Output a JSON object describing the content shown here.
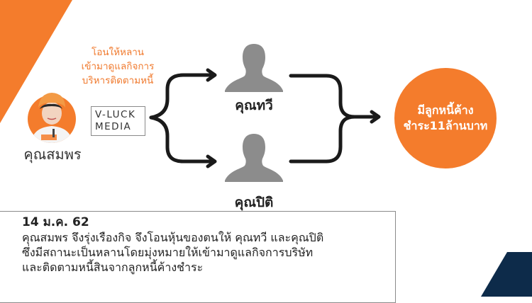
{
  "decorations": {
    "top_left_color": "#f47c2c",
    "bottom_right_color": "#0d2b4a"
  },
  "caption": {
    "lines": [
      "โอนให้หลาน",
      "เข้ามาดูแลกิจการ",
      "บริหารติดตามหนี้"
    ],
    "color": "#f07a2e"
  },
  "source_person": {
    "name": "คุณสมพร",
    "avatar_icon": "person-photo"
  },
  "company": {
    "line1": "V-LUCK",
    "line2": "MEDIA"
  },
  "recipients": [
    {
      "name": "คุณทวี",
      "icon": "person-silhouette-icon"
    },
    {
      "name": "คุณปิติ",
      "icon": "person-silhouette-icon"
    }
  ],
  "result": {
    "line1": "มีลูกหนี้ค้าง",
    "line2": "ชำระ11ล้านบาท",
    "color": "#f47c2c"
  },
  "info": {
    "date": "14 ม.ค. 62",
    "lines": [
      "คุณสมพร จึงรุ่งเรืองกิจ จึงโอนหุ้นของตนให้ คุณทวี และคุณปิติ",
      "ซึ่งมีสถานะเป็นหลานโดยมุ่งหมายให้เข้ามาดูแลกิจการบริษัท",
      "และติดตามหนี้สินจากลูกหนี้ค้างชำระ"
    ]
  }
}
